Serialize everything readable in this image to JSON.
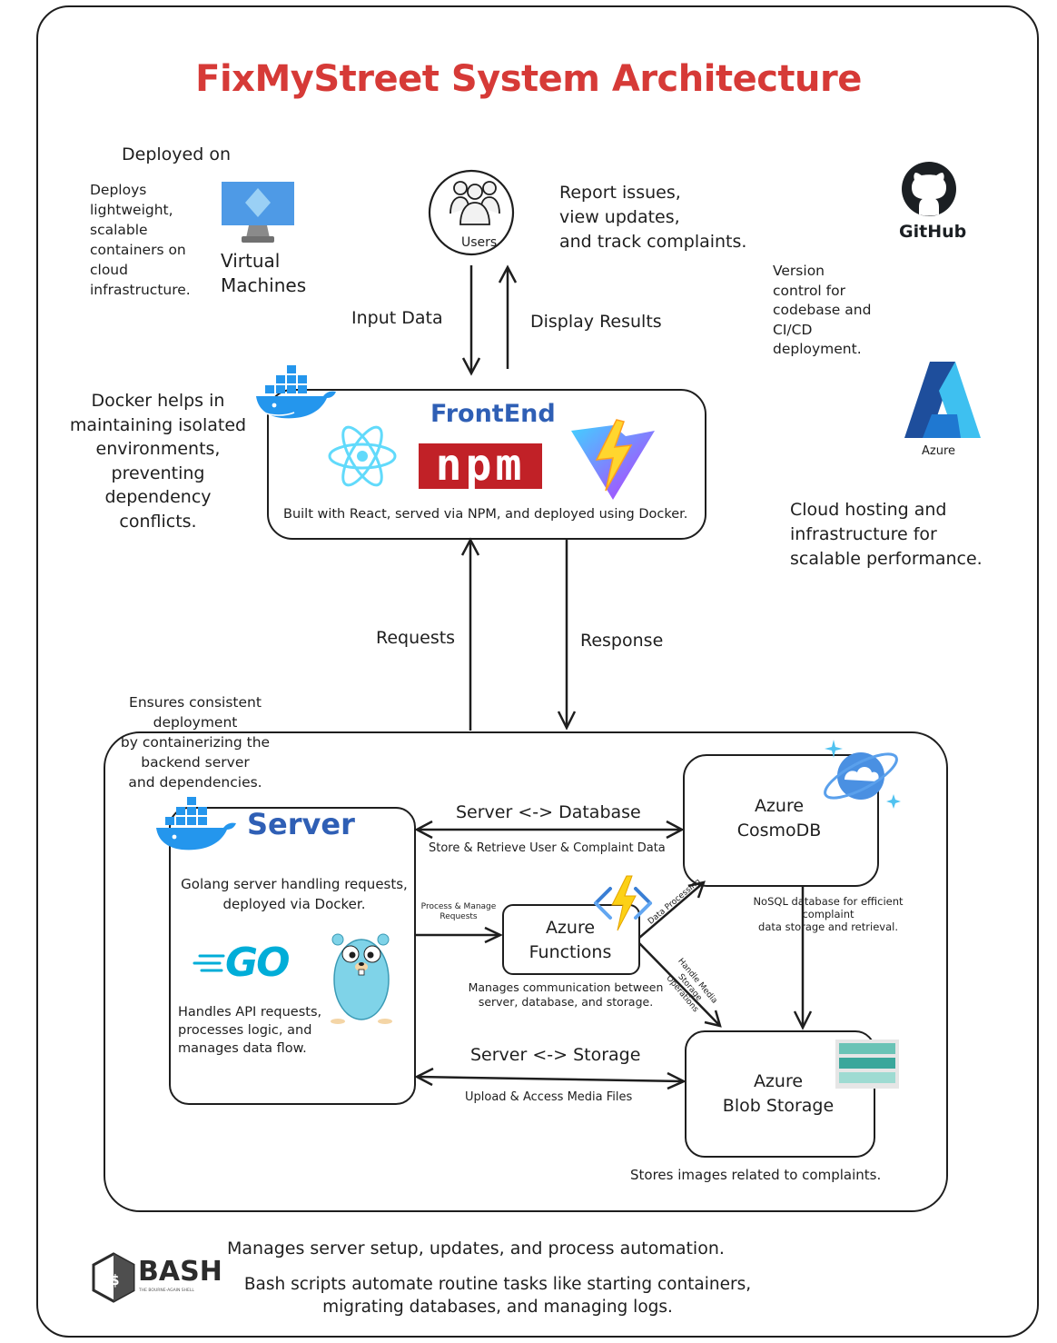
{
  "title": "FixMyStreet System Architecture",
  "deploy": {
    "heading": "Deployed on",
    "description": "Deploys\nlightweight,\nscalable\ncontainers on\ncloud\ninfrastructure.",
    "vm_label": "Virtual\nMachines"
  },
  "users": {
    "label": "Users",
    "note": "Report issues,\nview updates,\nand track complaints."
  },
  "github": {
    "logo_text": "GitHub",
    "note": "Version\ncontrol for\ncodebase and\nCI/CD\ndeployment."
  },
  "azure": {
    "logo_text": "Azure",
    "note": "Cloud hosting and\ninfrastructure for\nscalable performance."
  },
  "docker_note": "Docker helps in\nmaintaining isolated\nenvironments,\npreventing\ndependency\nconflicts.",
  "frontend": {
    "title": "FrontEnd",
    "npm_text": "npm",
    "caption": "Built with React, served via NPM, and deployed using Docker."
  },
  "flows": {
    "input_data": "Input Data",
    "display_results": "Display Results",
    "requests": "Requests",
    "response": "Response",
    "server_db": "Server <-> Database",
    "server_db_sub": "Store & Retrieve User & Complaint Data",
    "server_storage": "Server <-> Storage",
    "server_storage_sub": "Upload & Access Media Files",
    "process_manage": "Process & Manage\nRequests",
    "data_processing": "Data Processing",
    "handle_media": "Handle Media\nStorage Operations"
  },
  "backend_note": "Ensures consistent\ndeployment\nby containerizing the\nbackend server\nand dependencies.",
  "server": {
    "title": "Server",
    "desc": "Golang server handling requests,\ndeployed via Docker.",
    "go_text": "GO",
    "api_desc": "Handles API requests,\nprocesses logic, and\nmanages data flow."
  },
  "functions": {
    "title": "Azure\nFunctions",
    "desc": "Manages communication between\nserver, database, and storage."
  },
  "cosmos": {
    "title": "Azure\nCosmoDB",
    "desc": "NoSQL database for efficient complaint\ndata storage and retrieval."
  },
  "blob": {
    "title": "Azure\nBlob Storage",
    "desc": "Stores images related to complaints."
  },
  "bash": {
    "logo_text": "BASH",
    "logo_sub": "THE BOURNE-AGAIN SHELL",
    "line1": "Manages server setup, updates, and process automation.",
    "line2": "Bash scripts automate routine tasks like starting containers,\nmigrating databases, and managing logs."
  },
  "colors": {
    "title": "#d63a37",
    "blue_heading": "#2f5fb5",
    "npm_red": "#c12127",
    "docker_blue": "#2496ed",
    "react_blue": "#61dafb",
    "go_cyan": "#00add8",
    "azure_blue": "#0a6fd6"
  }
}
